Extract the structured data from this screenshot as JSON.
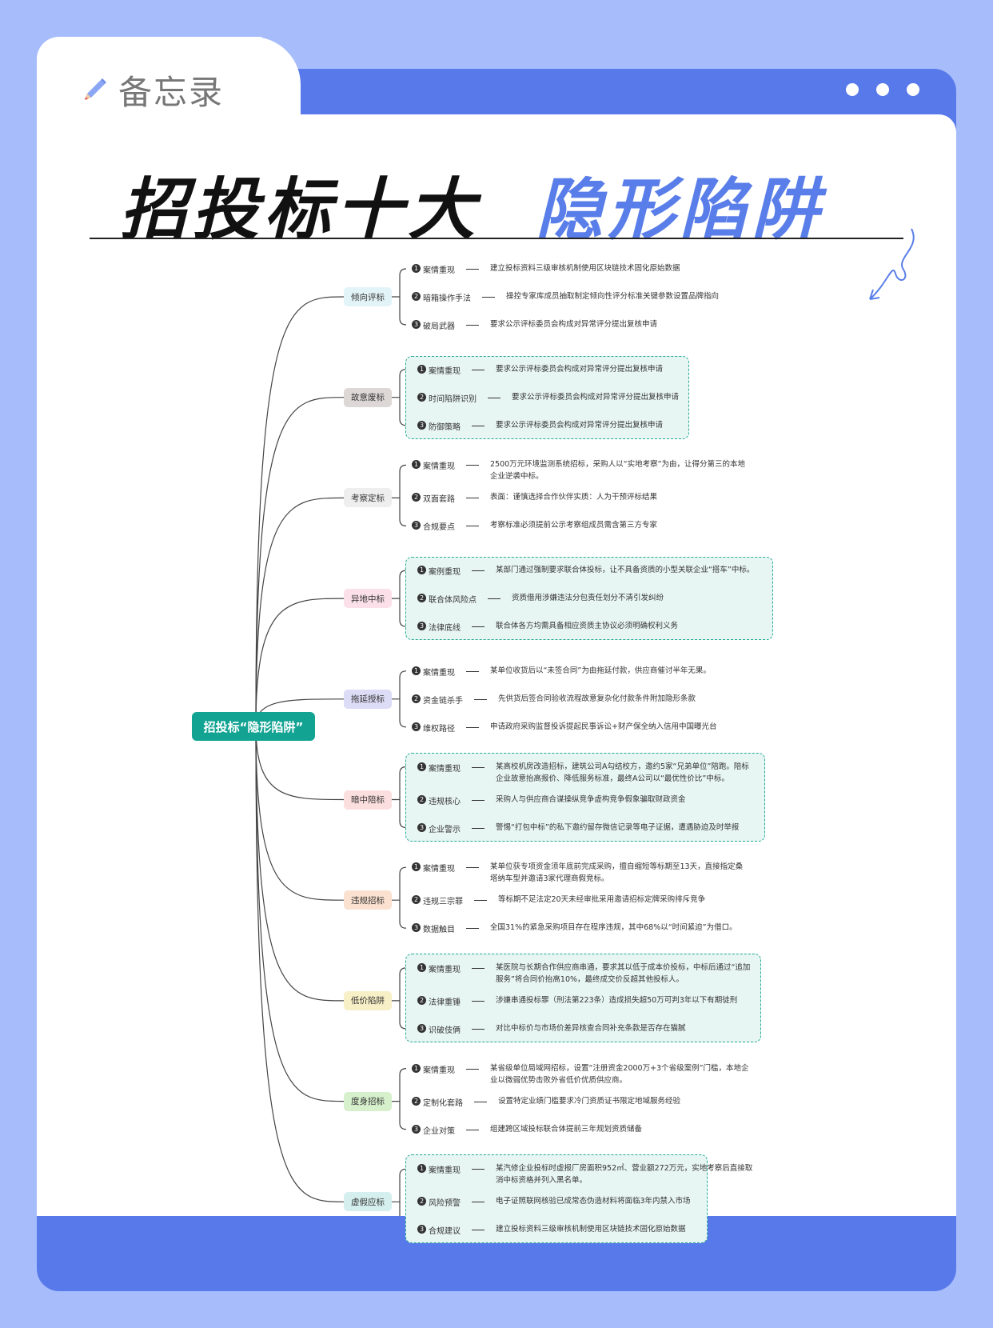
{
  "header": {
    "memo_label": "备忘录",
    "title_a": "招投标十大",
    "title_b": "隐形陷阱"
  },
  "colors": {
    "background": "#a7bdfb",
    "band": "#5879ea",
    "accent_blue": "#5a7ee9",
    "root": "#13a393",
    "dashed_border": "#20a896",
    "dashed_fill": "#e8f6f3"
  },
  "icons": [
    "pencil-icon",
    "window-dot-icon",
    "squiggle-arrow-icon"
  ],
  "mindmap": {
    "root": "招投标“隐形陷阱”",
    "branches": [
      {
        "label": "倾向评标",
        "color": "#e3f4f8",
        "highlight": false,
        "items": [
          {
            "num": "1",
            "title": "案情重现",
            "desc": "建立投标资料三级审核机制使用区块链技术固化原始数据"
          },
          {
            "num": "2",
            "title": "暗箱操作手法",
            "desc": "操控专家库成员抽取制定倾向性评分标准关键参数设置品牌指向"
          },
          {
            "num": "3",
            "title": "破局武器",
            "desc": "要求公示评标委员会构成对异常评分提出复核申请"
          }
        ]
      },
      {
        "label": "故意废标",
        "color": "#ddd8d6",
        "highlight": true,
        "items": [
          {
            "num": "1",
            "title": "案情重现",
            "desc": "要求公示评标委员会构成对异常评分提出复核申请"
          },
          {
            "num": "2",
            "title": "时间陷阱识别",
            "desc": "要求公示评标委员会构成对异常评分提出复核申请"
          },
          {
            "num": "3",
            "title": "防御策略",
            "desc": "要求公示评标委员会构成对异常评分提出复核申请"
          }
        ]
      },
      {
        "label": "考察定标",
        "color": "#eeeeee",
        "highlight": false,
        "items": [
          {
            "num": "1",
            "title": "案情重现",
            "desc": "2500万元环境监测系统招标，采购人以“实地考察”为由，让得分第三的本地企业逆袭中标。"
          },
          {
            "num": "2",
            "title": "双面套路",
            "desc": "表面：谨慎选择合作伙伴实质：人为干预评标结果"
          },
          {
            "num": "3",
            "title": "合规要点",
            "desc": "考察标准必须提前公示考察组成员需含第三方专家"
          }
        ]
      },
      {
        "label": "异地中标",
        "color": "#fbe0ea",
        "highlight": true,
        "items": [
          {
            "num": "1",
            "title": "案例重现",
            "desc": "某部门通过强制要求联合体投标，让不具备资质的小型关联企业“搭车”中标。"
          },
          {
            "num": "2",
            "title": "联合体风险点",
            "desc": "资质借用涉嫌违法分包责任划分不清引发纠纷"
          },
          {
            "num": "3",
            "title": "法律底线",
            "desc": "联合体各方均需具备相应资质主协议必须明确权利义务"
          }
        ]
      },
      {
        "label": "拖延授标",
        "color": "#dcdcf6",
        "highlight": false,
        "items": [
          {
            "num": "1",
            "title": "案情重现",
            "desc": "某单位收货后以“未签合同”为由拖延付款，供应商催讨半年无果。"
          },
          {
            "num": "2",
            "title": "资金链杀手",
            "desc": "先供货后签合同验收流程故意复杂化付款条件附加隐形条款"
          },
          {
            "num": "3",
            "title": "维权路径",
            "desc": "申请政府采购监督投诉提起民事诉讼+财产保全纳入信用中国曝光台"
          }
        ]
      },
      {
        "label": "暗中陪标",
        "color": "#fbdede",
        "highlight": true,
        "items": [
          {
            "num": "1",
            "title": "案情重现",
            "desc": "某高校机房改造招标，建筑公司A勾结校方，邀约5家“兄弟单位”陪跑。陪标企业故意抬高报价、降低服务标准，最终A公司以“最优性价比”中标。"
          },
          {
            "num": "2",
            "title": "违规核心",
            "desc": "采购人与供应商合谋操纵竞争虚构竞争假象骗取财政资金"
          },
          {
            "num": "3",
            "title": "企业警示",
            "desc": "警惕“打包中标”的私下邀约留存微信记录等电子证据，遭遇胁迫及时举报"
          }
        ]
      },
      {
        "label": "违规招标",
        "color": "#fbe1cf",
        "highlight": false,
        "items": [
          {
            "num": "1",
            "title": "案情重现",
            "desc": "某单位获专项资金须年底前完成采购，擅自缩短等标期至13天，直接指定桑塔纳车型并邀请3家代理商假竞标。"
          },
          {
            "num": "2",
            "title": "违规三宗罪",
            "desc": "等标期不足法定20天未经审批采用邀请招标定牌采购排斥竞争"
          },
          {
            "num": "3",
            "title": "数据触目",
            "desc": "全国31%的紧急采购项目存在程序违规，其中68%以“时间紧迫”为借口。"
          }
        ]
      },
      {
        "label": "低价陷阱",
        "color": "#f7efc6",
        "highlight": true,
        "items": [
          {
            "num": "1",
            "title": "案情重现",
            "desc": "某医院与长期合作供应商串通，要求其以低于成本价投标，中标后通过“追加服务”将合同价抬高10%，最终成交价反超其他投标人。"
          },
          {
            "num": "2",
            "title": "法律重锤",
            "desc": "涉嫌串通投标罪（刑法第223条）造成损失超50万可判3年以下有期徒刑"
          },
          {
            "num": "3",
            "title": "识破伎俩",
            "desc": "对比中标价与市场价差异核查合同补充条款是否存在猫腻"
          }
        ]
      },
      {
        "label": "度身招标",
        "color": "#d6f0cc",
        "highlight": false,
        "items": [
          {
            "num": "1",
            "title": "案情重现",
            "desc": "某省级单位局域网招标，设置“注册资金2000万+3个省级案例”门槛，本地企业以微弱优势击败外省低价优质供应商。"
          },
          {
            "num": "2",
            "title": "定制化套路",
            "desc": "设置特定业绩门槛要求冷门资质证书限定地域服务经验"
          },
          {
            "num": "3",
            "title": "企业对策",
            "desc": "组建跨区域投标联合体提前三年规划资质储备"
          }
        ]
      },
      {
        "label": "虚假应标",
        "color": "#d5efee",
        "highlight": true,
        "items": [
          {
            "num": "1",
            "title": "案情重现",
            "desc": "某汽修企业投标时虚报厂房面积952㎡、营业额272万元，实地考察后直接取消中标资格并列入黑名单。"
          },
          {
            "num": "2",
            "title": "风险预警",
            "desc": "电子证照联网核验已成常态伪造材料将面临3年内禁入市场"
          },
          {
            "num": "3",
            "title": "合规建议",
            "desc": "建立投标资料三级审核机制使用区块链技术固化原始数据"
          }
        ]
      }
    ]
  }
}
